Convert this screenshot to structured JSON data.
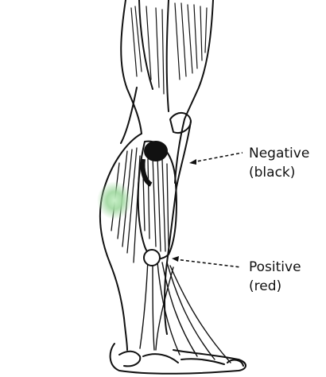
{
  "electrodes": {
    "negative": {
      "name": "Negative",
      "color_name": "(black)",
      "color": "#111111"
    },
    "positive": {
      "name": "Positive",
      "color_name": "(red)",
      "color": "#ffffff"
    },
    "reference_pad": {
      "color": "#9fd89f"
    }
  },
  "illustration": {
    "subject": "lower-leg-calf-muscles",
    "line_color": "#111111",
    "fill_color": "#ffffff"
  }
}
